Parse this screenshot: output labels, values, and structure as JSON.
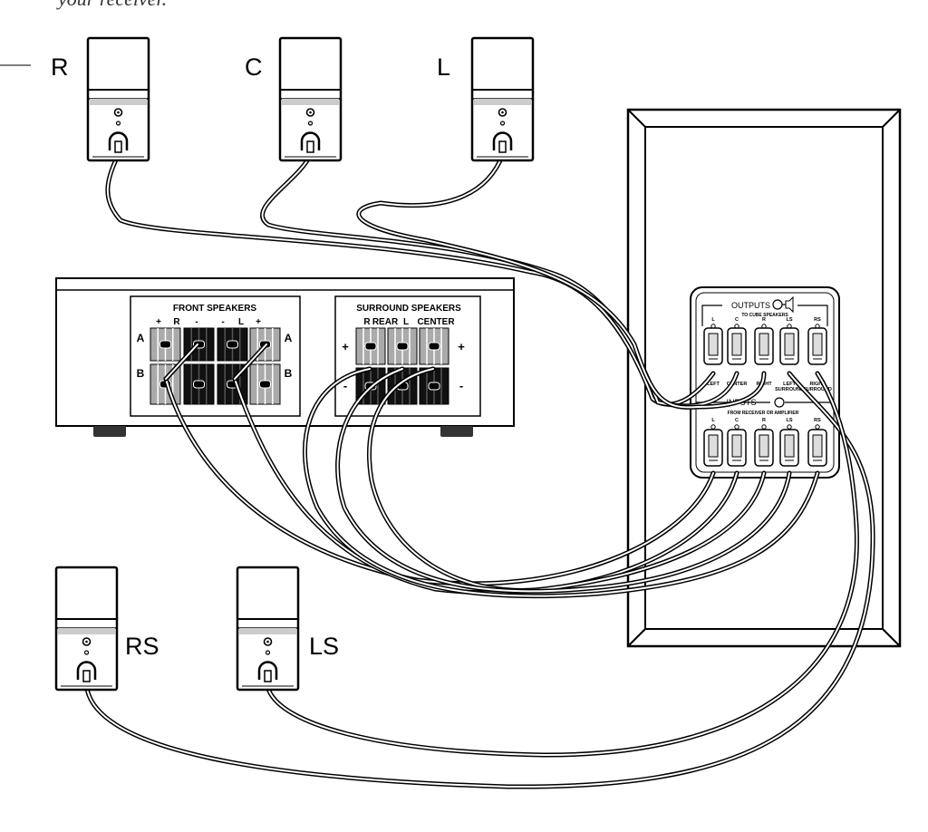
{
  "caption": "your receiver.",
  "cube_speakers": {
    "front_right": "R",
    "center": "C",
    "front_left": "L",
    "rear_right": "RS",
    "rear_left": "LS"
  },
  "receiver": {
    "front_title": "FRONT SPEAKERS",
    "front_polarity": [
      "+",
      "R",
      "-",
      "-",
      "L",
      "+"
    ],
    "row_a": "A",
    "row_b": "B",
    "surround_title": "SURROUND SPEAKERS",
    "surround_channels": [
      "R",
      "REAR",
      "L",
      "CENTER"
    ],
    "plus": "+",
    "minus": "-"
  },
  "bass_module": {
    "outputs_title": "OUTPUTS",
    "outputs_subtitle": "TO CUBE SPEAKERS",
    "output_top_labels": [
      "L",
      "C",
      "R",
      "LS",
      "RS"
    ],
    "output_bottom_labels": [
      "LEFT",
      "CENTER",
      "RIGHT",
      "LEFT SURROUND",
      "RIGHT SURROUND"
    ],
    "inputs_title": "INPUTS",
    "inputs_subtitle": "FROM RECEIVER OR AMPLIFIER",
    "input_labels": [
      "L",
      "C",
      "R",
      "LS",
      "RS"
    ]
  }
}
